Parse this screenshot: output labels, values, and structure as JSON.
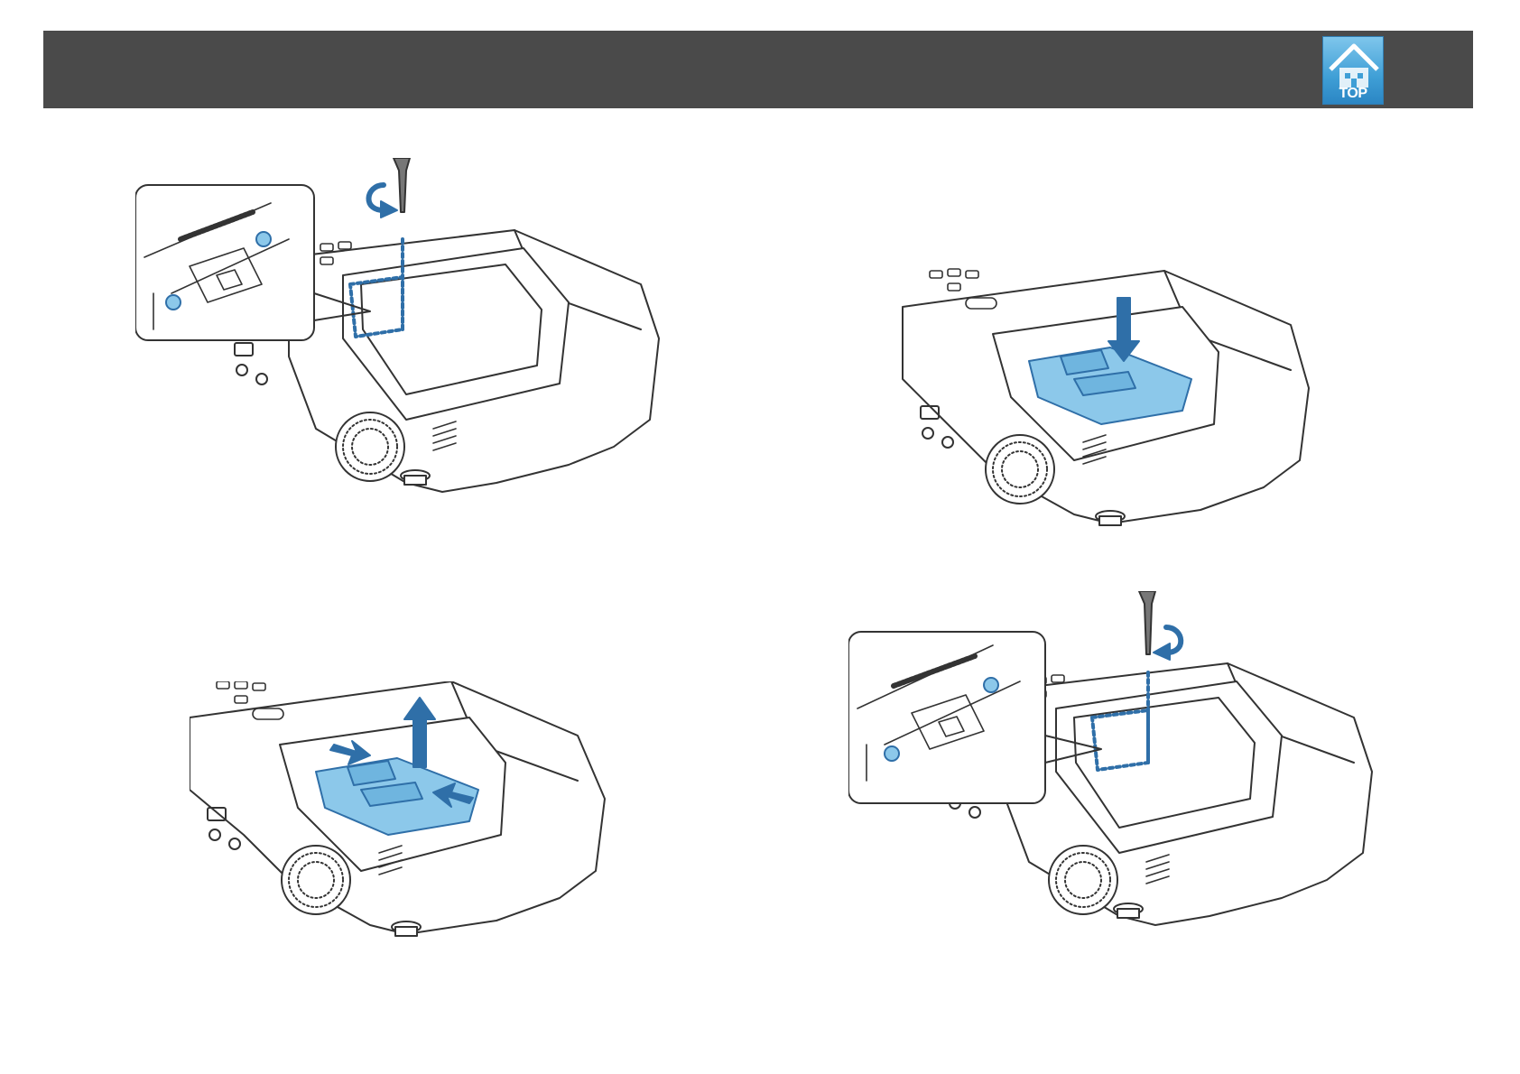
{
  "header": {
    "top_button": {
      "label": "TOP",
      "icon": "house-icon"
    }
  },
  "colors": {
    "header_bg": "#4a4a4a",
    "accent_blue": "#2f6fa8",
    "lamp_fill": "#8cc8ea",
    "line": "#333333"
  },
  "illustrations": [
    {
      "step": "remove-screws",
      "icons": [
        "screwdriver-icon",
        "rotate-ccw-arrow-icon",
        "screw-icon"
      ]
    },
    {
      "step": "insert-new-lamp",
      "icons": [
        "down-arrow-icon"
      ]
    },
    {
      "step": "pull-out-lamp",
      "icons": [
        "up-arrow-icon",
        "push-arrow-icon"
      ]
    },
    {
      "step": "tighten-screws",
      "icons": [
        "screwdriver-icon",
        "rotate-cw-arrow-icon",
        "screw-icon"
      ]
    }
  ]
}
